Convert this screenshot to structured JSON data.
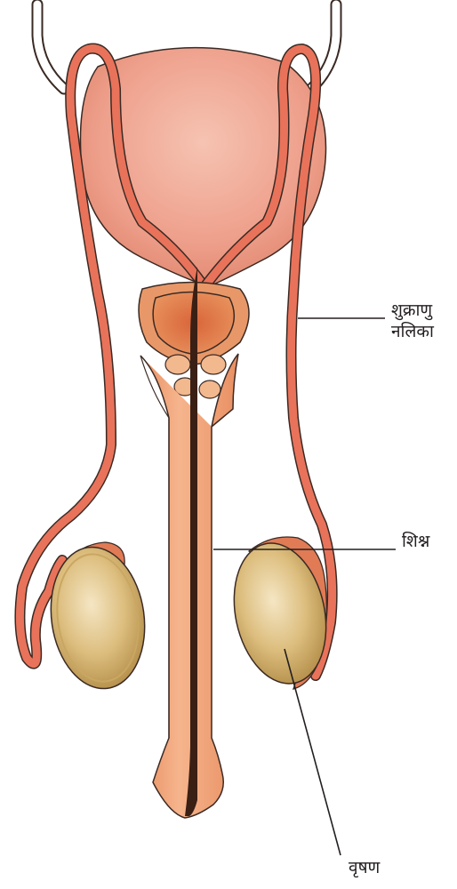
{
  "labels": {
    "sperm_duct": "शुक्राणु\nनलिका",
    "sperm_duct_line1": "शुक्राणु",
    "sperm_duct_line2": "नलिका",
    "penis": "शिश्न",
    "testis": "वृषण"
  },
  "colors": {
    "bladder": "#eea08c",
    "duct": "#e8735a",
    "duct_outline": "#3a2a24",
    "prostate": "#e49060",
    "shaft": "#f2a57a",
    "urethra": "#3a1f14",
    "testis": "#d9b877",
    "epididymis": "#e07b55",
    "ureter": "#ffffff",
    "leader_line": "#231f20"
  }
}
